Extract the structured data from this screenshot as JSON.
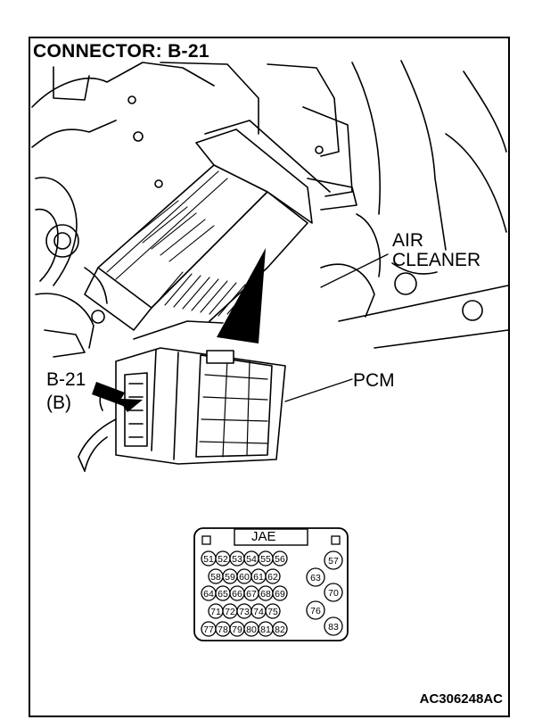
{
  "title": "CONNECTOR: B-21",
  "labels": {
    "air_cleaner_line1": "AIR",
    "air_cleaner_line2": "CLEANER",
    "connector_line1": "B-21",
    "connector_line2": "(B)",
    "pcm": "PCM"
  },
  "connector": {
    "type_label": "JAE",
    "rows": [
      [
        "51",
        "52",
        "53",
        "54",
        "55",
        "56",
        "57"
      ],
      [
        "58",
        "59",
        "60",
        "61",
        "62",
        "63"
      ],
      [
        "64",
        "65",
        "66",
        "67",
        "68",
        "69",
        "70"
      ],
      [
        "71",
        "72",
        "73",
        "74",
        "75",
        "76"
      ],
      [
        "77",
        "78",
        "79",
        "80",
        "81",
        "82",
        "83"
      ]
    ]
  },
  "figure_code": "AC306248AC"
}
